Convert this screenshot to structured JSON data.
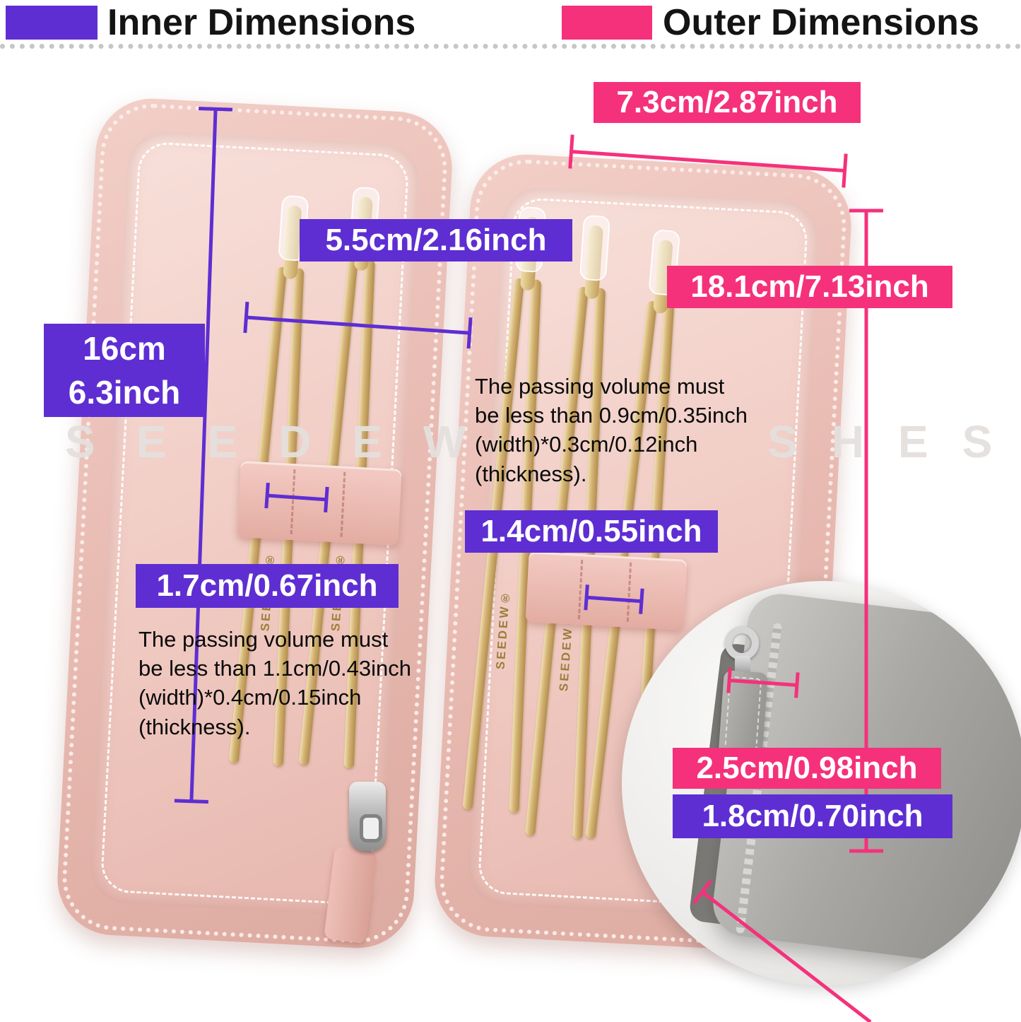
{
  "legend": {
    "inner_label": "Inner Dimensions",
    "outer_label": "Outer Dimensions"
  },
  "colors": {
    "inner_accent": "#5E2ED2",
    "outer_accent": "#F5317B",
    "tweezer_gold": "#D4B274"
  },
  "measurements": {
    "outer_width": "7.3cm/2.87inch",
    "inner_width": "5.5cm/2.16inch",
    "outer_height": "18.1cm/7.13inch",
    "inner_height": "16cm\n6.3inch",
    "right_slot": "1.4cm/0.55inch",
    "left_slot": "1.7cm/0.67inch",
    "inset_width": "2.5cm/0.98inch",
    "inset_thickness": "1.8cm/0.70inch"
  },
  "notes": {
    "right": "The passing volume must\nbe less than 0.9cm/0.35inch\n(width)*0.3cm/0.12inch\n(thickness).",
    "left": "The passing volume must\nbe less than 1.1cm/0.43inch\n(width)*0.4cm/0.15inch\n(thickness)."
  },
  "watermark": {
    "left": "SEEDEW",
    "right": "SHES"
  },
  "brand": "SEEDEW®"
}
